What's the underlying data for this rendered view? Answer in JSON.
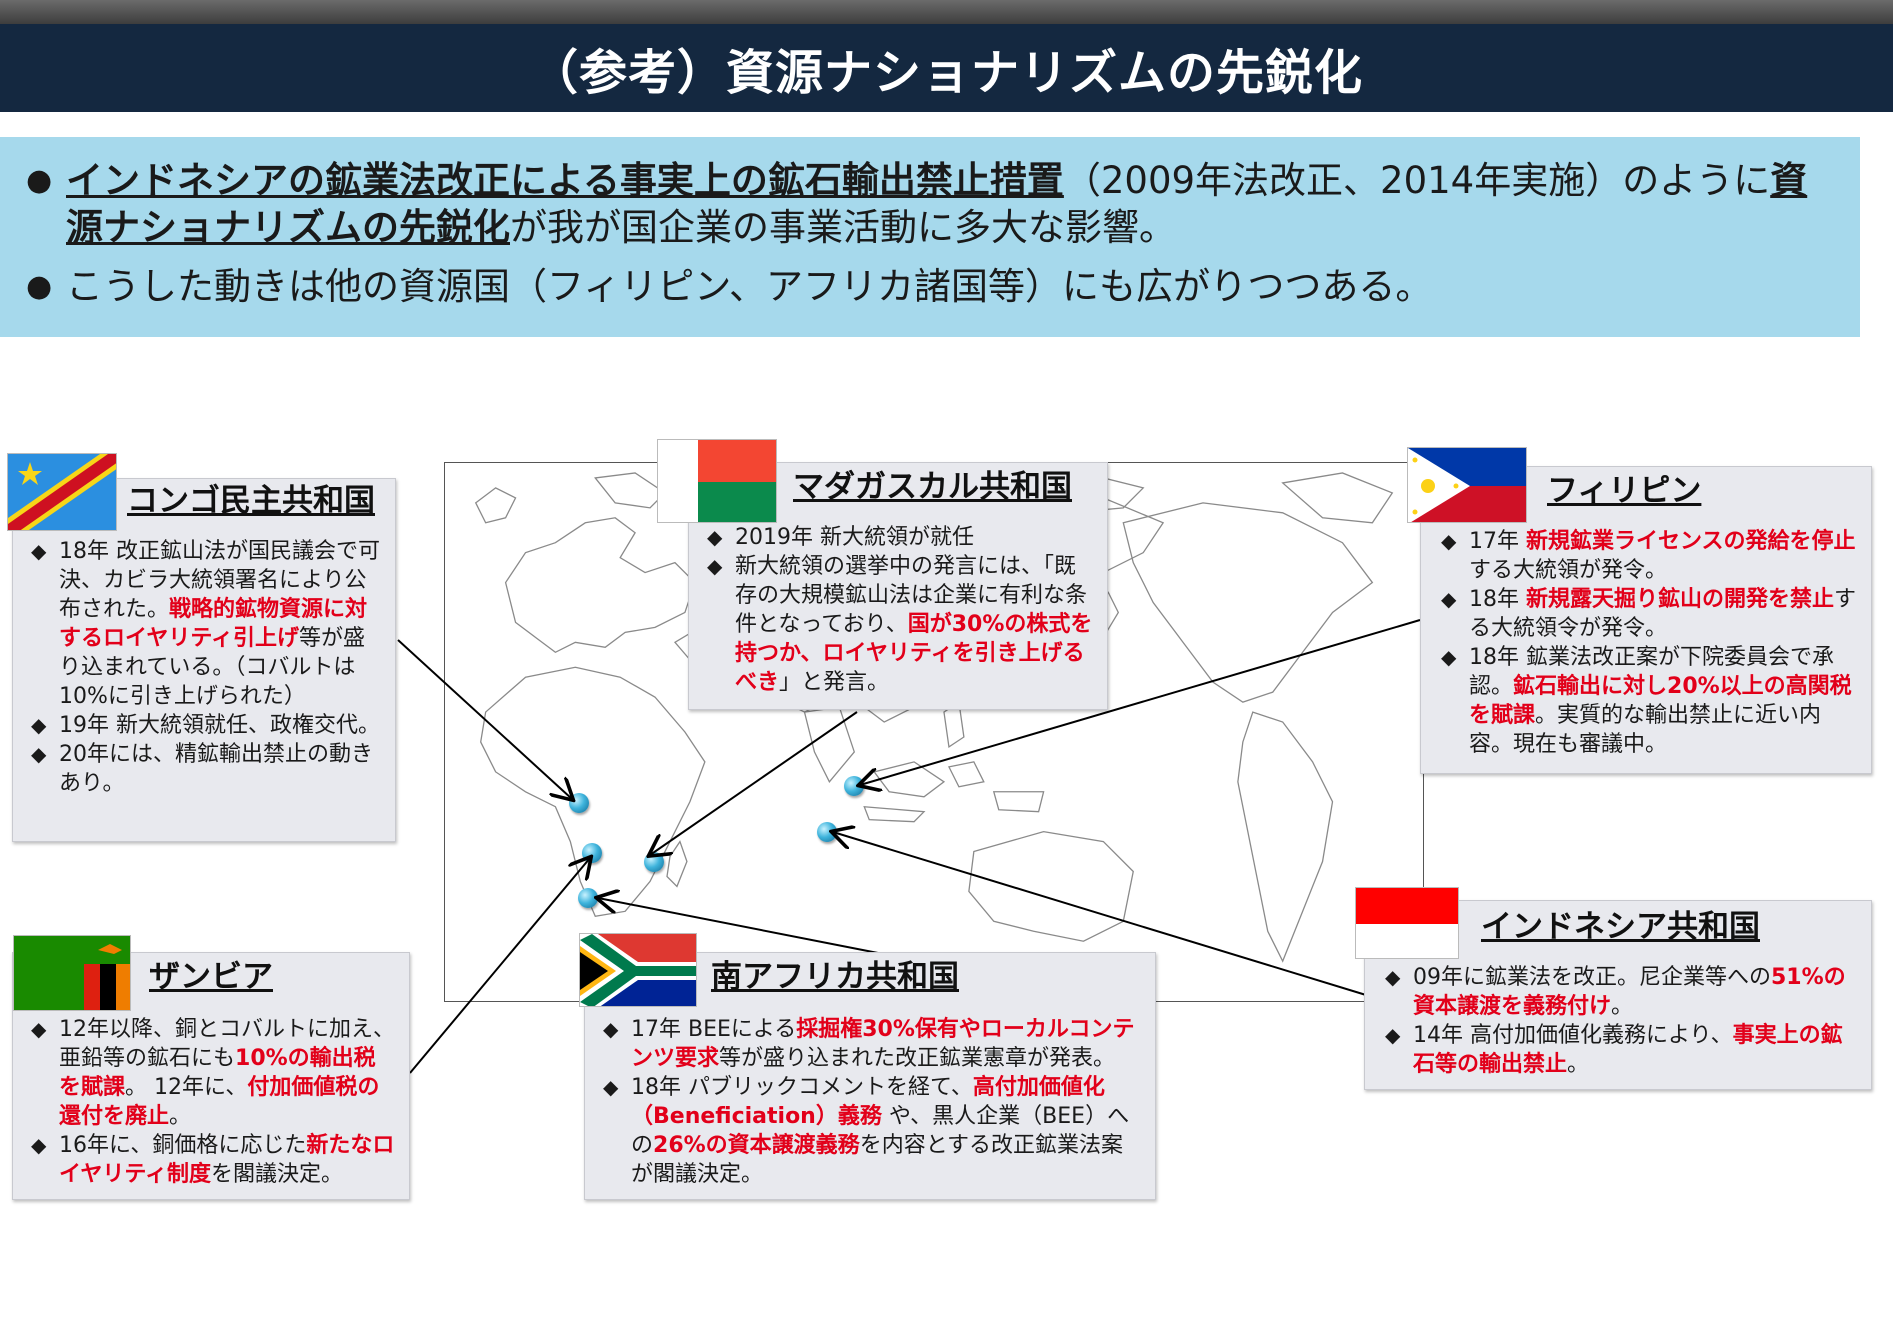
{
  "title": "（参考）資源ナショナリズムの先鋭化",
  "summary": {
    "b1_u1": "インドネシアの鉱業法改正による事実上の鉱石輸出禁止措置",
    "b1_t1": "（2009年法改正、2014年実施）のように",
    "b1_u2": "資源ナショナリズムの先鋭化",
    "b1_t2": "が我が国企業の事業活動に多大な影響。",
    "b2": "こうした動きは他の資源国（フィリピン、アフリカ諸国等）にも広がりつつある。"
  },
  "congo": {
    "name": "コンゴ民主共和国",
    "i1_a": "18年 改正鉱山法が国民議会で可決、カビラ大統領署名により公布された。",
    "i1_red": "戦略的鉱物資源に対するロイヤリティ引上げ",
    "i1_b": "等が盛り込まれている。（コバルトは10%に引き上げられた）",
    "i2": "19年 新大統領就任、政権交代。",
    "i3": "20年には、精鉱輸出禁止の動きあり。"
  },
  "madagascar": {
    "name": "マダガスカル共和国",
    "i1": "2019年 新大統領が就任",
    "i2_a": "新大統領の選挙中の発言には、「既存の大規模鉱山法は企業に有利な条件となっており、",
    "i2_red": "国が30%の株式を持つか、ロイヤリティを引き上げるべき",
    "i2_b": "」と発言。"
  },
  "philippines": {
    "name": "フィリピン",
    "i1_a": "17年 ",
    "i1_red": "新規鉱業ライセンスの発給を停止",
    "i1_b": "する大統領が発令。",
    "i2_a": "18年 ",
    "i2_red": "新規露天掘り鉱山の開発を禁止",
    "i2_b": "する大統領令が発令。",
    "i3_a": "18年 鉱業法改正案が下院委員会で承認。",
    "i3_red": "鉱石輸出に対し20%以上の高関税を賦課",
    "i3_b": "。実質的な輸出禁止に近い内容。現在も審議中。"
  },
  "zambia": {
    "name": "ザンビア",
    "i1_a": "12年以降、銅とコバルトに加え、亜鉛等の鉱石にも",
    "i1_red": "10%の輸出税を賦課",
    "i1_b": "。 12年に、",
    "i1_red2": "付加価値税の還付を廃止",
    "i1_c": "。",
    "i2_a": "16年に、銅価格に応じた",
    "i2_red": "新たなロイヤリティ制度",
    "i2_b": "を閣議決定。"
  },
  "southafrica": {
    "name": "南アフリカ共和国",
    "i1_a": "17年 BEEによる",
    "i1_red": "採掘権30%保有やローカルコンテンツ要求",
    "i1_b": "等が盛り込まれた改正鉱業憲章が発表。",
    "i2_a": "18年 パブリックコメントを経て、",
    "i2_red": "高付加価値化（Beneficiation）義務",
    "i2_b": " や、黒人企業（BEE）への",
    "i2_red2": "26%の資本譲渡義務",
    "i2_c": "を内容とする改正鉱業法案が閣議決定。"
  },
  "indonesia": {
    "name": "インドネシア共和国",
    "i1_a": "09年に鉱業法を改正。尼企業等への",
    "i1_red": "51%の資本譲渡を義務付け",
    "i1_b": "。",
    "i2_a": "14年 高付加価値化義務により、",
    "i2_red": "事実上の鉱石等の輸出禁止",
    "i2_b": "。"
  },
  "colors": {
    "title_bg": "#142840",
    "summary_bg": "#a6d9ec",
    "accent_red": "#e2001a",
    "card_bg": "#e8e9ee"
  }
}
